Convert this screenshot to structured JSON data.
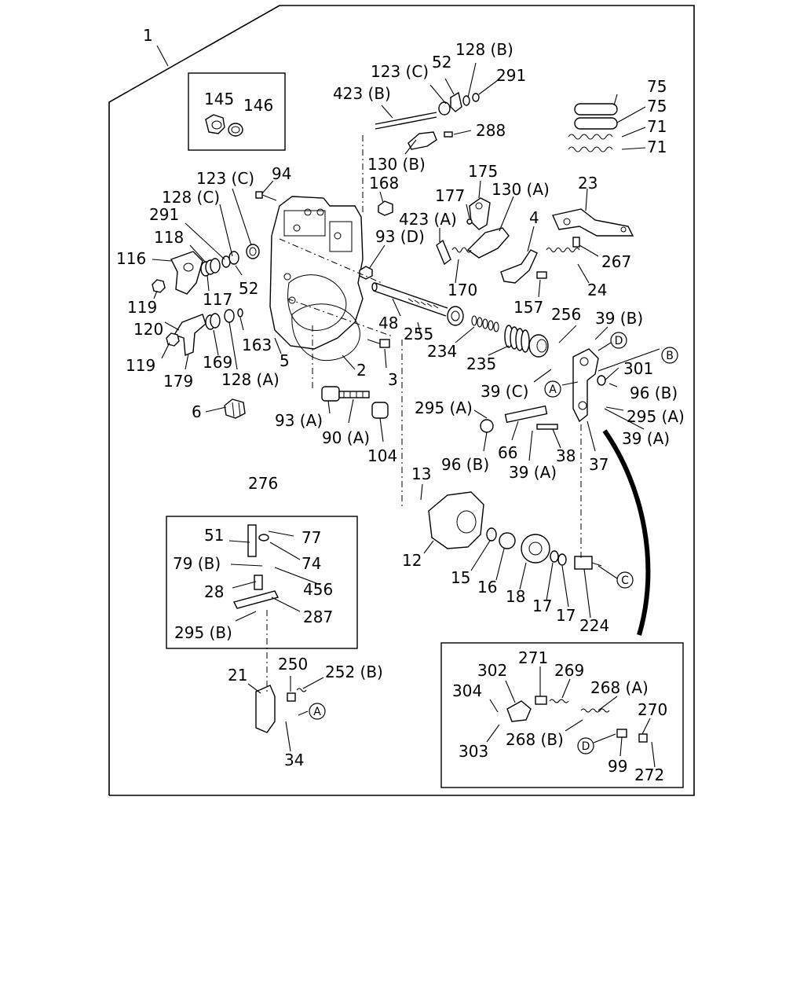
{
  "callouts": {
    "c1": "1",
    "c145": "145",
    "c146": "146",
    "c123c_top": "123 (C)",
    "c52_top": "52",
    "c128b_top": "128 (B)",
    "c291_top": "291",
    "c423b": "423 (B)",
    "c288": "288",
    "c130b": "130 (B)",
    "c75a": "75",
    "c75b": "75",
    "c71a": "71",
    "c71b": "71",
    "c123c_left": "123 (C)",
    "c94": "94",
    "c168": "168",
    "c175": "175",
    "c177": "177",
    "c130a": "130 (A)",
    "c23": "23",
    "c128c": "128 (C)",
    "c291_left": "291",
    "c423a": "423 (A)",
    "c4": "4",
    "c118": "118",
    "c93d": "93 (D)",
    "c267": "267",
    "c116": "116",
    "c52_left": "52",
    "c170": "170",
    "c24": "24",
    "c117": "117",
    "c119a": "119",
    "c157": "157",
    "c120": "120",
    "c48": "48",
    "c256": "256",
    "c39b": "39 (B)",
    "c163": "163",
    "c255": "255",
    "c234": "234",
    "c5": "5",
    "c119b": "119",
    "c169": "169",
    "c2": "2",
    "c235": "235",
    "c301": "301",
    "c179": "179",
    "c128a": "128 (A)",
    "c3": "3",
    "c39c": "39 (C)",
    "c96b_right": "96 (B)",
    "c295a_mid": "295 (A)",
    "c295a_right": "295 (A)",
    "c6": "6",
    "c93a": "93 (A)",
    "c39a_right": "39 (A)",
    "c90a": "90 (A)",
    "c66": "66",
    "c38": "38",
    "c104": "104",
    "c96b_bottom": "96 (B)",
    "c39a_bottom": "39 (A)",
    "c37": "37",
    "c276": "276",
    "c13": "13",
    "c51": "51",
    "c77": "77",
    "c74": "74",
    "c79b": "79 (B)",
    "c456": "456",
    "c28": "28",
    "c287": "287",
    "c295b": "295 (B)",
    "c12": "12",
    "c15": "15",
    "c16": "16",
    "c18": "18",
    "c17a": "17",
    "c17b": "17",
    "c224": "224",
    "c21": "21",
    "c250": "250",
    "c252b": "252 (B)",
    "c34": "34",
    "c271": "271",
    "c302": "302",
    "c269": "269",
    "c304": "304",
    "c268a": "268 (A)",
    "c270": "270",
    "c268b": "268 (B)",
    "c303": "303",
    "c99": "99",
    "c272": "272"
  },
  "reference_markers": {
    "A": "A",
    "B": "B",
    "C": "C",
    "D": "D"
  }
}
